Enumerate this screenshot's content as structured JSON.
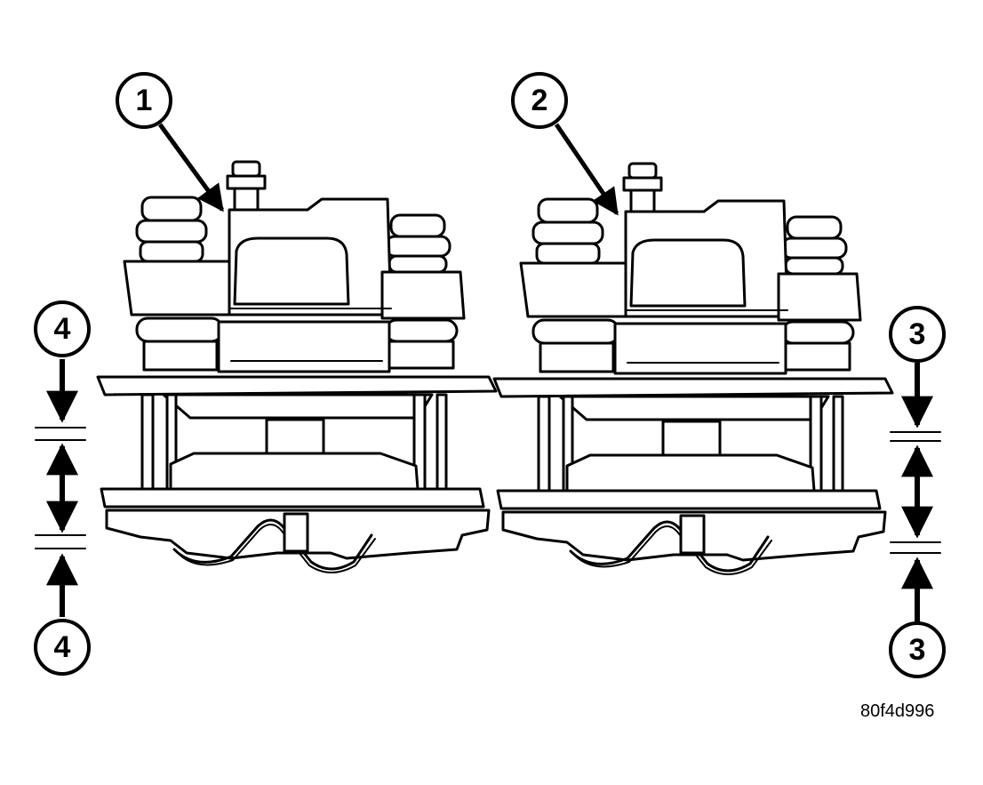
{
  "callouts": [
    {
      "id": "c1",
      "label": "1"
    },
    {
      "id": "c2",
      "label": "2"
    },
    {
      "id": "c3a",
      "label": "3"
    },
    {
      "id": "c3b",
      "label": "3"
    },
    {
      "id": "c4a",
      "label": "4"
    },
    {
      "id": "c4b",
      "label": "4"
    }
  ],
  "figure_code": "80f4d996"
}
